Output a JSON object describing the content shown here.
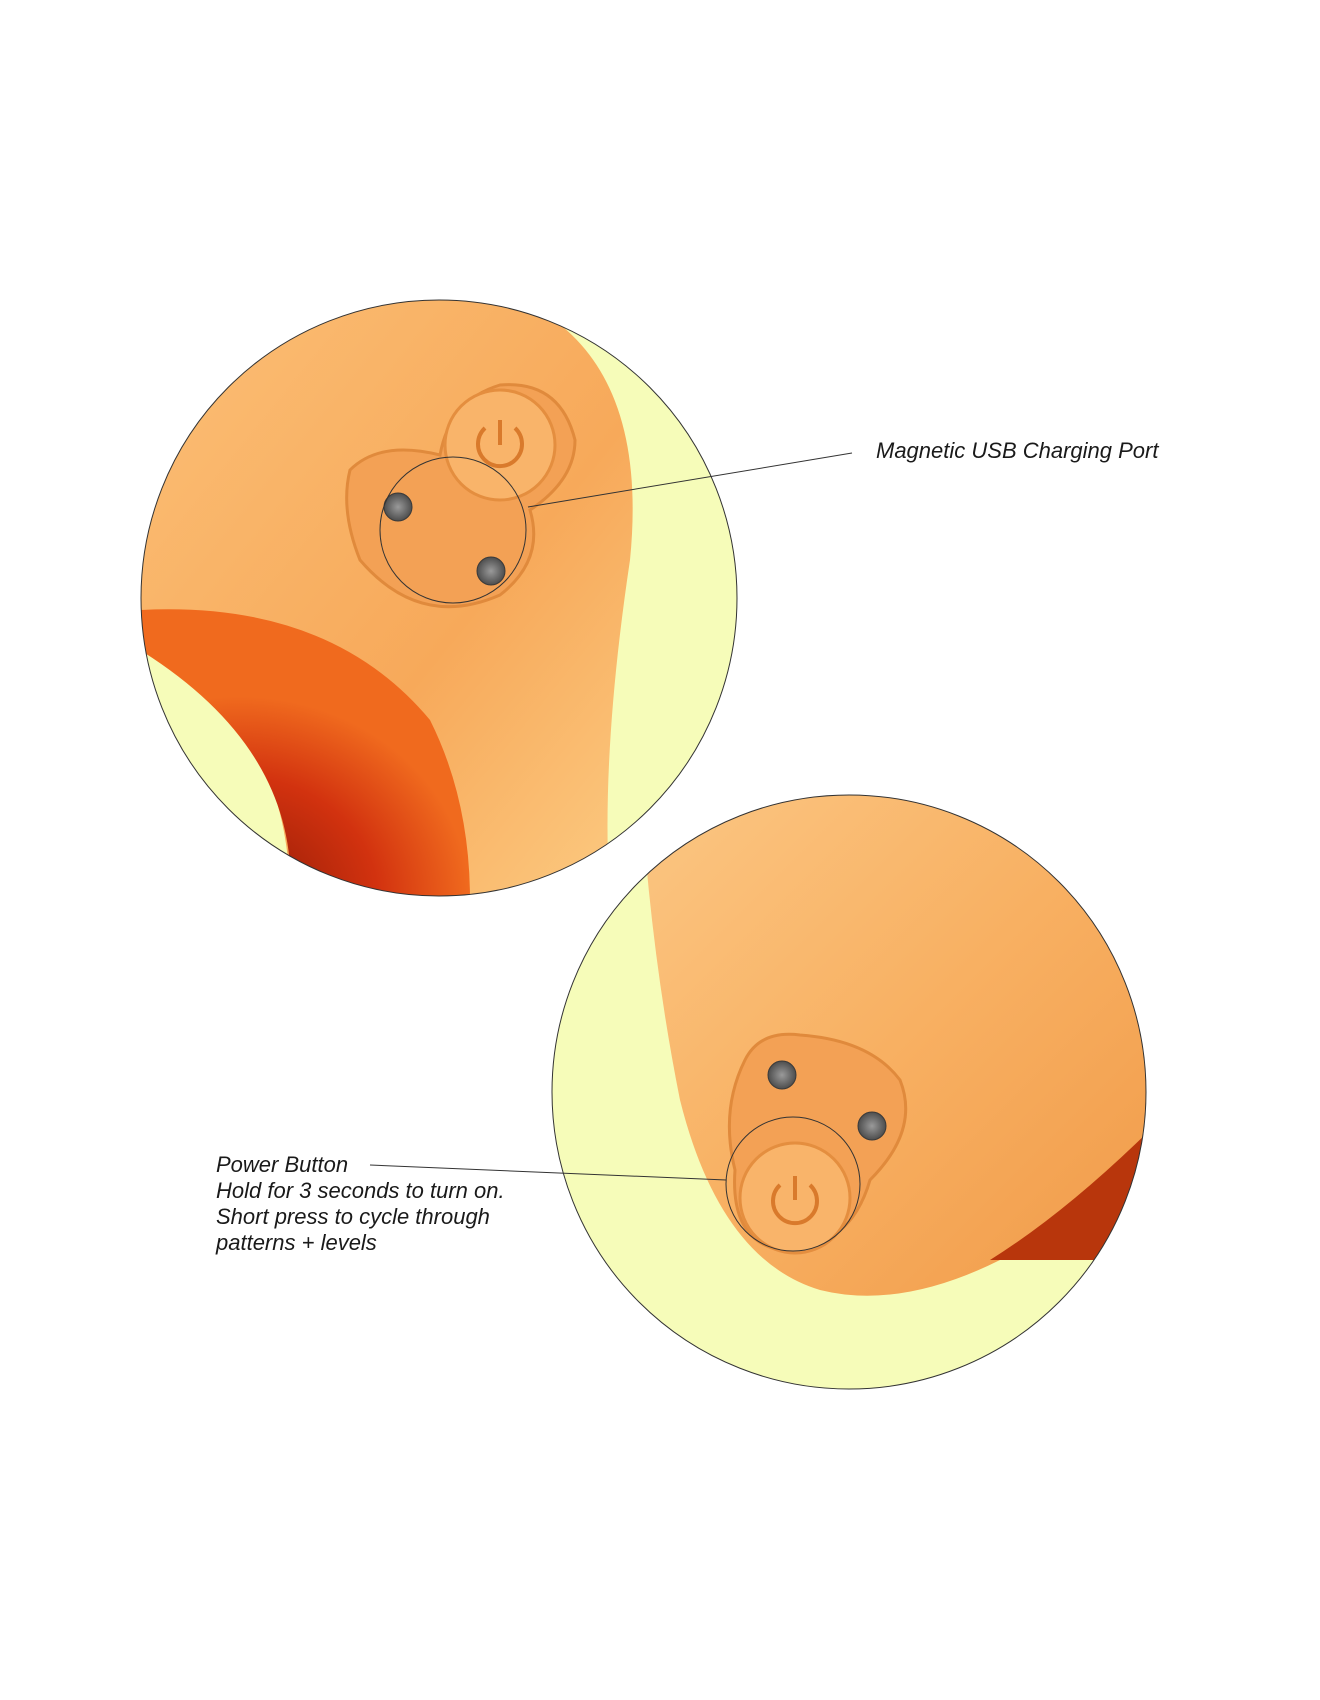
{
  "callouts": {
    "usb_port": {
      "title": "Magnetic USB Charging Port"
    },
    "power_button": {
      "title": "Power Button",
      "lines": [
        "Hold for 3 seconds to turn on.",
        "Short press to cycle through",
        "patterns + levels"
      ]
    }
  },
  "colors": {
    "circle_bg": "#f6fcb9",
    "body_orange": "#f5a95a",
    "deep_red": "#d2320f",
    "pin_gray": "#6b6b6b"
  }
}
